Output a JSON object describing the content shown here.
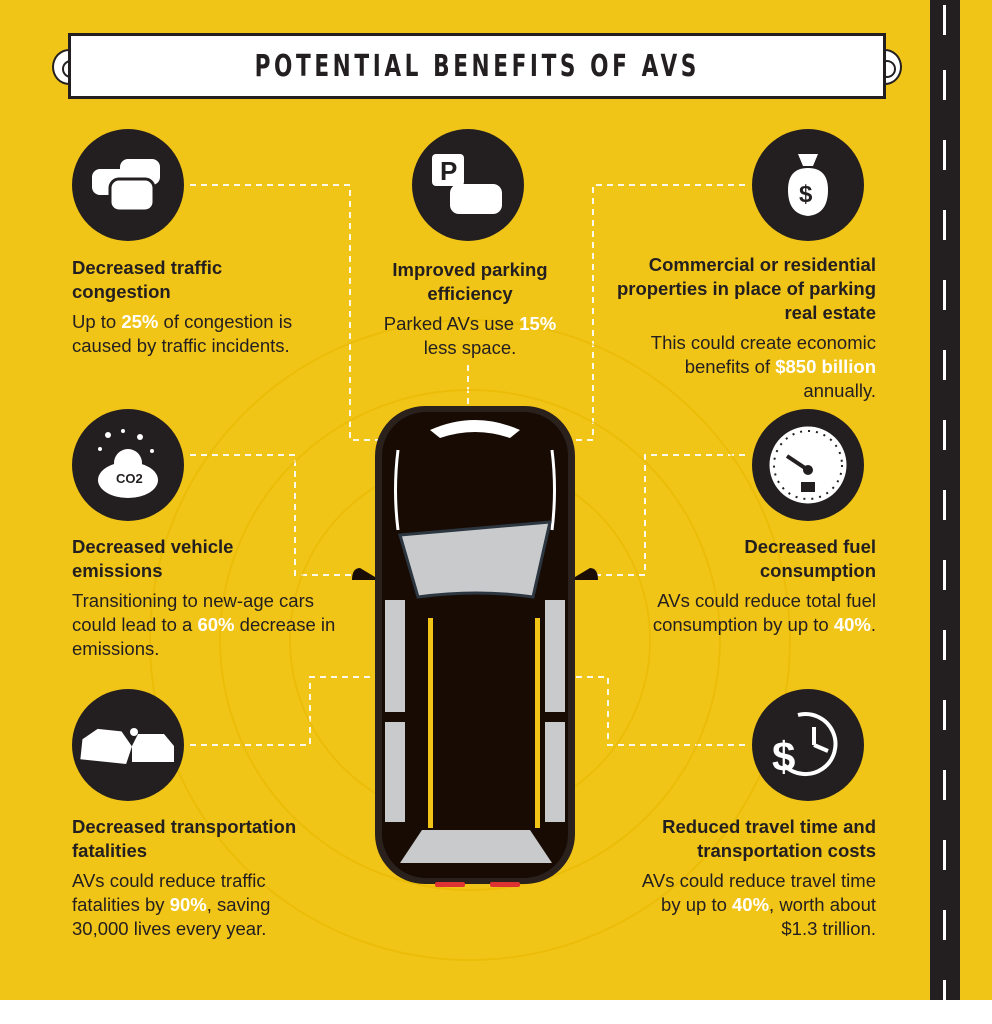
{
  "title": "POTENTIAL BENEFITS OF AVS",
  "colors": {
    "background": "#F1C418",
    "dark": "#231f20",
    "highlight": "#ffffff"
  },
  "benefits": [
    {
      "icon": "traffic-cars-icon",
      "title": "Decreased traffic congestion",
      "pre": "Up to ",
      "hl": "25%",
      "post": " of congestion is caused by traffic incidents."
    },
    {
      "icon": "parking-icon",
      "icon_text": "P",
      "title": "Improved parking efficiency",
      "pre": "Parked AVs use ",
      "hl": "15%",
      "post": " less space."
    },
    {
      "icon": "money-bag-icon",
      "icon_text": "$",
      "title": "Commercial or residential properties in place of parking real estate",
      "pre": "This could create economic benefits of ",
      "hl": "$850 billion",
      "post": " annually."
    },
    {
      "icon": "co2-cloud-icon",
      "icon_text": "CO2",
      "title": "Decreased vehicle emissions",
      "pre": "Transitioning to new-age cars could lead to a ",
      "hl": "60%",
      "post": " decrease in emissions."
    },
    {
      "icon": "fuel-gauge-icon",
      "title": "Decreased fuel consumption",
      "pre": "AVs could reduce total fuel consumption by up to ",
      "hl": "40%",
      "post": "."
    },
    {
      "icon": "car-crash-icon",
      "title": "Decreased transportation fatalities",
      "pre": "AVs could reduce traffic fatalities by ",
      "hl": "90%",
      "post": ", saving 30,000 lives every year."
    },
    {
      "icon": "time-money-icon",
      "icon_text": "$",
      "title": "Reduced travel time and transportation costs",
      "pre": "AVs could reduce travel time by up to ",
      "hl": "40%",
      "post": ", worth about $1.3 trillion."
    }
  ]
}
